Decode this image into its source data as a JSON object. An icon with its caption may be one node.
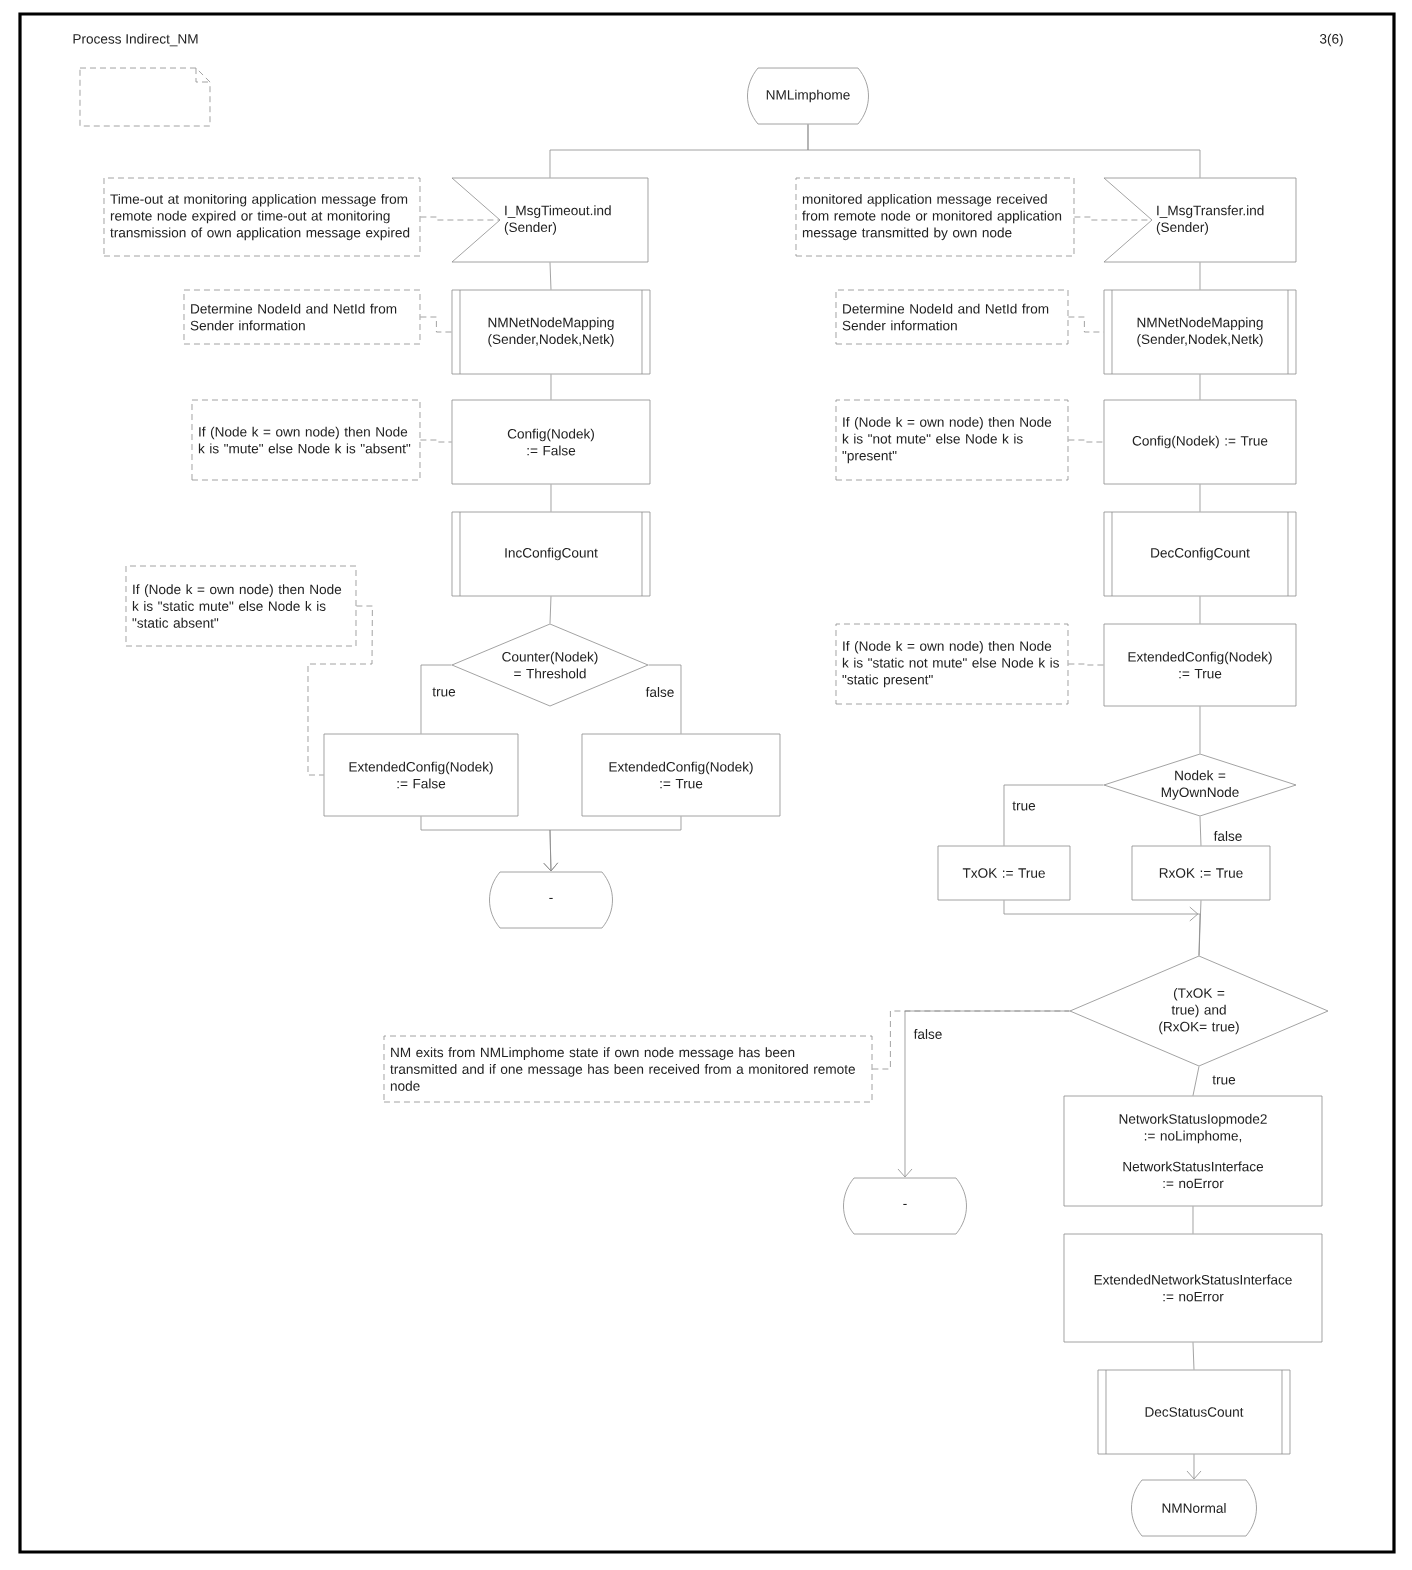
{
  "diagram": {
    "title": "Process Indirect_NM",
    "nodes": [
      {
        "text": [],
        "shape": "box"
      },
      {
        "text": [
          "NMLimphome"
        ]
      },
      {
        "text": [
          "I_MsgTimeout.ind (Sender)"
        ]
      },
      {
        "text": [
          "Time-out at monitoring application message from remote node expired or time-out at monitoring transmission of own application message expired"
        ]
      },
      {
        "text": [
          "NMNetNodeMapping (Sender,Nodek,Netk)"
        ]
      },
      {
        "text": [
          "Determine NodeId and NetId from Sender information"
        ]
      },
      {
        "text": [
          "Config(Nodek) := False"
        ]
      },
      {
        "text": [
          "If (Node k = own node) then Node k is \"mute\" else Node k is \"absent\""
        ]
      },
      {
        "text": [
          "IncConfigCount"
        ]
      },
      {
        "text": [
          "If (Node k = own node) then Node k is \"static mute\" else Node k is \"static absent\""
        ]
      },
      {
        "text": [
          "Counter(Nodek) = Threshold"
        ]
      },
      {
        "text": [
          "ExtendedConfig(Nodek) := False"
        ]
      },
      {
        "text": [
          "ExtendedConfig(Nodek) := True"
        ]
      },
      {
        "text": [
          "-"
        ]
      },
      {
        "text": [
          "I_MsgTransfer.ind (Sender)"
        ]
      },
      {
        "text": [
          "monitored application message received from remote node or monitored application message transmitted by own node"
        ]
      },
      {
        "text": [
          "NMNetNodeMapping (Sender,Nodek,Netk)"
        ]
      },
      {
        "text": [
          "Determine NodeId and NetId from Sender information"
        ]
      },
      {
        "text": [
          "Config(Nodek) := True"
        ]
      },
      {
        "text": [
          "If (Node k = own node) then Node k is \"not mute\" else Node k is \"present\""
        ]
      },
      {
        "text": [
          "DecConfigCount"
        ]
      },
      {
        "text": [
          "If (Node k = own node) then Node k is \"static not mute\" else Node k is \"static present\""
        ]
      },
      {
        "text": [
          "ExtendedConfig(Nodek) := True"
        ]
      },
      {
        "text": [
          "Nodek = MyOwnNode"
        ]
      },
      {
        "text": [
          "TxOK := True"
        ]
      },
      {
        "text": [
          "RxOK := True"
        ]
      },
      {
        "text": [
          "(TxOK = true) and (RxOK= true)"
        ]
      },
      {
        "text": [
          "NM exits from NMLimphome state if own node message has been transmitted and if one message has been received from a monitored remote node"
        ]
      },
      {
        "text": [
          "-"
        ]
      },
      {
        "text": [
          "NetworkStatusIopmode2 := noLimphome,",
          "NetworkStatusInterface := noError"
        ]
      },
      {
        "text": [
          "ExtendedNetworkStatusInterface := noError"
        ]
      },
      {
        "text": [
          "DecStatusCount"
        ]
      },
      {
        "text": [
          "NMNormal"
        ]
      }
    ],
    "edges": [
      {
        "from": 1,
        "to": 2,
        "arrow": "none"
      },
      {
        "from": 1,
        "to": 14,
        "arrow": "none"
      },
      {
        "from": 3,
        "to": 2,
        "arrow": "none",
        "style": "dashed"
      },
      {
        "from": 2,
        "to": 4,
        "arrow": "none"
      },
      {
        "from": 5,
        "to": 4,
        "arrow": "none",
        "style": "dashed"
      },
      {
        "from": 4,
        "to": 6,
        "arrow": "none"
      },
      {
        "from": 7,
        "to": 6,
        "arrow": "none",
        "style": "dashed"
      },
      {
        "from": 6,
        "to": 8,
        "arrow": "none"
      },
      {
        "from": 8,
        "to": 10,
        "arrow": "none"
      },
      {
        "from": 9,
        "to": 11,
        "arrow": "none",
        "style": "dashed"
      },
      {
        "from": 10,
        "to": 11,
        "arrow": "none",
        "label": "true"
      },
      {
        "from": 10,
        "to": 12,
        "arrow": "none",
        "label": "false"
      },
      {
        "from": 11,
        "to": 13,
        "arrow": "to"
      },
      {
        "from": 12,
        "to": 13,
        "arrow": "to"
      },
      {
        "from": 14,
        "to": 16,
        "arrow": "none"
      },
      {
        "from": 15,
        "to": 14,
        "arrow": "none",
        "style": "dashed"
      },
      {
        "from": 16,
        "to": 18,
        "arrow": "none"
      },
      {
        "from": 17,
        "to": 16,
        "arrow": "none",
        "style": "dashed"
      },
      {
        "from": 18,
        "to": 20,
        "arrow": "none"
      },
      {
        "from": 19,
        "to": 18,
        "arrow": "none",
        "style": "dashed"
      },
      {
        "from": 20,
        "to": 22,
        "arrow": "none"
      },
      {
        "from": 21,
        "to": 22,
        "arrow": "none",
        "style": "dashed"
      },
      {
        "from": 22,
        "to": 23,
        "arrow": "none"
      },
      {
        "from": 23,
        "to": 24,
        "arrow": "none",
        "label": "true"
      },
      {
        "from": 23,
        "to": 25,
        "arrow": "none",
        "label": "false"
      },
      {
        "from": 24,
        "to": 26,
        "arrow": "to"
      },
      {
        "from": 25,
        "to": 26,
        "arrow": "none"
      },
      {
        "from": 26,
        "to": 28,
        "arrow": "to",
        "label": "false"
      },
      {
        "from": 27,
        "to": 26,
        "arrow": "none",
        "style": "dashed"
      },
      {
        "from": 26,
        "to": 29,
        "arrow": "none",
        "label": "true"
      },
      {
        "from": 29,
        "to": 30,
        "arrow": "none"
      },
      {
        "from": 30,
        "to": 31,
        "arrow": "none"
      },
      {
        "from": 31,
        "to": 32,
        "arrow": "to"
      }
    ],
    "labels": [
      "3(6)"
    ]
  }
}
